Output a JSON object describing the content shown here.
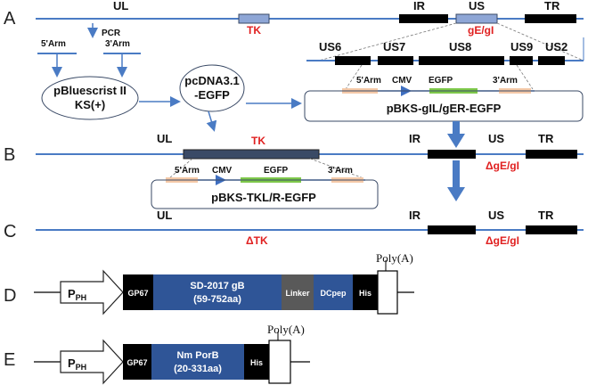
{
  "rows": {
    "a": "A",
    "b": "B",
    "c": "C",
    "d": "D",
    "e": "E"
  },
  "row_a": {
    "ul": "UL",
    "ir": "IR",
    "us": "US",
    "tr": "TR",
    "tk": "TK",
    "ge_gi": "gE/gI",
    "pcr": "PCR",
    "arm5": "5'Arm",
    "arm3": "3'Arm",
    "pbluescript_line1": "pBluescrist II",
    "pbluescript_line2": "KS(+)",
    "pcdna_line1": "pcDNA3.1",
    "pcdna_line2": "-EGFP",
    "us_genes": [
      "US6",
      "US7",
      "US8",
      "US9",
      "US2"
    ],
    "insert_arm5": "5'Arm",
    "insert_cmv": "CMV",
    "insert_egfp": "EGFP",
    "insert_arm3": "3'Arm",
    "plasmid": "pBKS-gIL/gER-EGFP"
  },
  "row_b": {
    "ul": "UL",
    "tk": "TK",
    "ir": "IR",
    "us": "US",
    "tr": "TR",
    "delta_ge_gi": "ΔgE/gI",
    "insert_arm5": "5'Arm",
    "insert_cmv": "CMV",
    "insert_egfp": "EGFP",
    "insert_arm3": "3'Arm",
    "plasmid": "pBKS-TKL/R-EGFP"
  },
  "row_c": {
    "ul": "UL",
    "ir": "IR",
    "us": "US",
    "tr": "TR",
    "delta_tk": "ΔTK",
    "delta_ge_gi": "ΔgE/gI"
  },
  "row_d": {
    "promoter_main": "P",
    "promoter_sub": "PH",
    "gp67": "GP67",
    "gene_line1": "SD-2017 gB",
    "gene_line2": "(59-752aa)",
    "linker": "Linker",
    "dcpep": "DCpep",
    "his": "His",
    "polya": "Poly(A)"
  },
  "row_e": {
    "promoter_main": "P",
    "promoter_sub": "PH",
    "gp67": "GP67",
    "gene_line1": "Nm PorB",
    "gene_line2": "(20-331aa)",
    "his": "His",
    "polya": "Poly(A)"
  },
  "colors": {
    "backbone": "#4a7bc4",
    "region_black": "#000000",
    "highlight_box": "#8ea6d6",
    "red": "#e02020",
    "arm": "#f5c9a8",
    "egfp": "#7ec84a",
    "cmv": "#3f6fc0",
    "tk_box": "#3a4a66",
    "gene_blue": "#2f5597",
    "linker_grey": "#595959"
  }
}
